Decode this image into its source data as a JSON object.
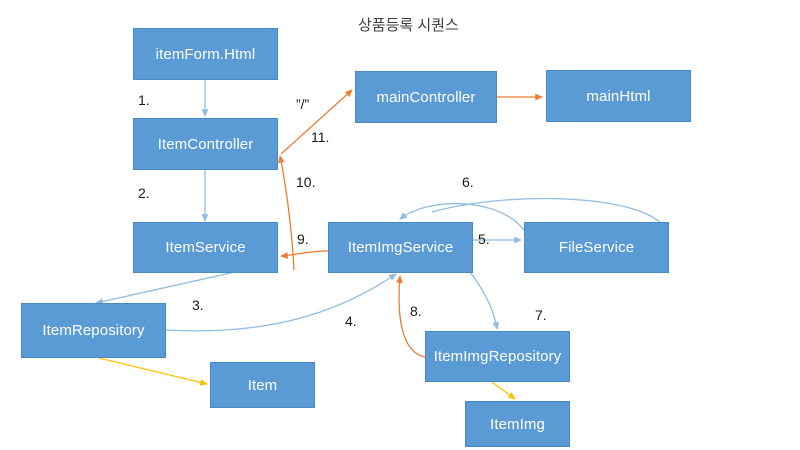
{
  "diagram": {
    "title": "상품등록 시퀀스",
    "nodes": [
      {
        "id": "itemFormHtml",
        "label": "itemForm.Html"
      },
      {
        "id": "itemController",
        "label": "ItemController"
      },
      {
        "id": "itemService",
        "label": "ItemService"
      },
      {
        "id": "itemRepository",
        "label": "ItemRepository"
      },
      {
        "id": "item",
        "label": "Item"
      },
      {
        "id": "itemImgService",
        "label": "ItemImgService"
      },
      {
        "id": "fileService",
        "label": "FileService"
      },
      {
        "id": "itemImgRepository",
        "label": "ItemImgRepository"
      },
      {
        "id": "itemImg",
        "label": "ItemImg"
      },
      {
        "id": "mainController",
        "label": "mainController"
      },
      {
        "id": "mainHtml",
        "label": "mainHtml"
      }
    ],
    "edge_labels": [
      {
        "id": "step-1",
        "text": "1."
      },
      {
        "id": "step-2",
        "text": "2."
      },
      {
        "id": "step-3",
        "text": "3."
      },
      {
        "id": "step-4",
        "text": "4."
      },
      {
        "id": "step-5",
        "text": "5."
      },
      {
        "id": "step-6",
        "text": "6."
      },
      {
        "id": "step-7",
        "text": "7."
      },
      {
        "id": "step-8",
        "text": "8."
      },
      {
        "id": "step-9",
        "text": "9."
      },
      {
        "id": "step-10",
        "text": "10."
      },
      {
        "id": "step-11",
        "text": "11."
      },
      {
        "id": "root-path",
        "text": "”/”"
      }
    ],
    "colors": {
      "node_fill": "#5B9BD5",
      "node_border": "#4a8ac4",
      "node_text": "#ffffff",
      "arrow_blue": "#8FBCE0",
      "arrow_orange": "#ED7D31",
      "arrow_yellow": "#FFC000",
      "title_text": "#404040",
      "label_text": "#1a1a1a",
      "background": "#ffffff"
    }
  }
}
